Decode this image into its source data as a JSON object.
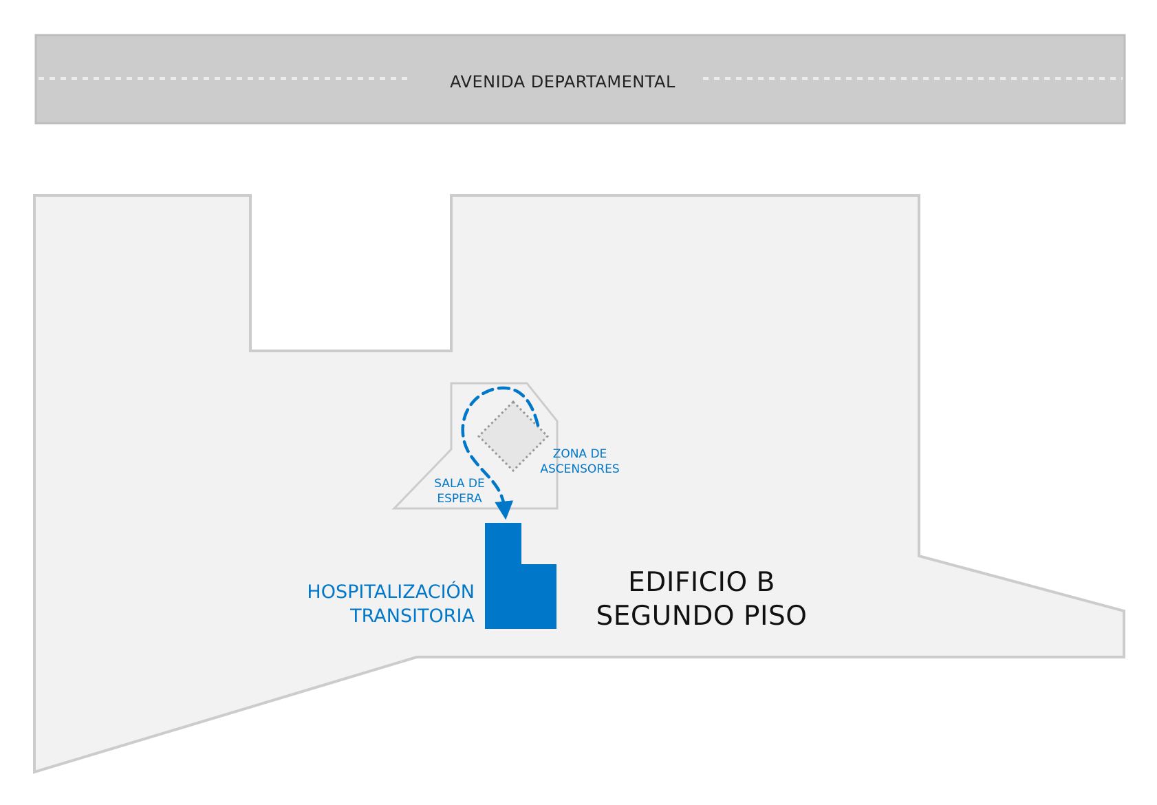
{
  "map": {
    "street_name": "AVENIDA DEPARTAMENTAL",
    "waiting_room": {
      "line1": "SALA DE",
      "line2": "ESPERA"
    },
    "elevator_zone": {
      "line1": "ZONA DE",
      "line2": "ASCENSORES"
    },
    "destination": {
      "line1": "HOSPITALIZACIÓN",
      "line2": "TRANSITORIA"
    },
    "building": {
      "line1": "EDIFICIO B",
      "line2": "SEGUNDO PISO"
    }
  },
  "colors": {
    "accent_blue": "#0077c8",
    "street_fill": "#cccccc",
    "building_fill": "#f2f2f2",
    "outline_gray": "#cccccc",
    "elevator_fill": "#e6e6e6",
    "dotted_gray": "#999999"
  }
}
